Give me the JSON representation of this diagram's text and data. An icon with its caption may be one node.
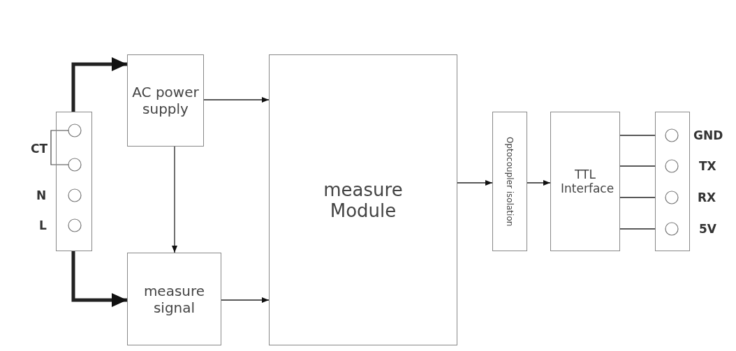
{
  "diagram": {
    "nodes": [
      {
        "text": [],
        "shape": "box",
        "beside": [
          "CT",
          "N",
          "L"
        ]
      },
      {
        "text": [
          "AC power supply"
        ]
      },
      {
        "text": [
          "measure signal"
        ]
      },
      {
        "text": [
          "measure Module"
        ]
      },
      {
        "text": [
          "Optocoupler isolation"
        ]
      },
      {
        "text": [
          "TTL Interface"
        ]
      },
      {
        "text": [],
        "shape": "box",
        "beside": [
          "GND",
          "TX",
          "RX",
          "5V"
        ]
      }
    ],
    "edges": [
      {
        "from": 0,
        "to": 1,
        "arrow": "to",
        "style": "thick"
      },
      {
        "from": 0,
        "to": 2,
        "arrow": "to",
        "style": "thick"
      },
      {
        "from": 1,
        "to": 3,
        "arrow": "to"
      },
      {
        "from": 1,
        "to": 2,
        "arrow": "to"
      },
      {
        "from": 2,
        "to": 3,
        "arrow": "to"
      },
      {
        "from": 3,
        "to": 4,
        "arrow": "to"
      },
      {
        "from": 4,
        "to": 5,
        "arrow": "to"
      },
      {
        "from": 5,
        "to": 6,
        "arrow": "none"
      },
      {
        "from": 5,
        "to": 6,
        "arrow": "none"
      },
      {
        "from": 5,
        "to": 6,
        "arrow": "none"
      },
      {
        "from": 5,
        "to": 6,
        "arrow": "none"
      }
    ]
  }
}
